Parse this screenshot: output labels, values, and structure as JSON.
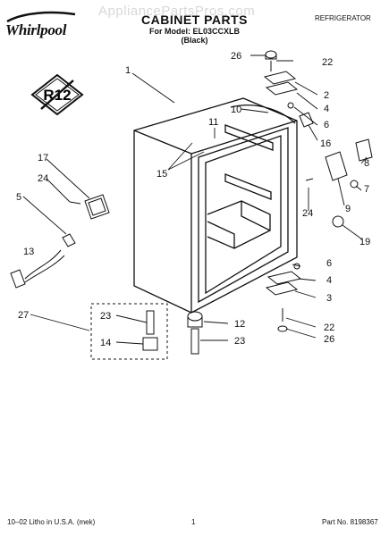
{
  "header": {
    "watermark": "AppliancePartsPros.com",
    "brand": "Whirlpool",
    "title": "CABINET PARTS",
    "model_line": "For Model: EL03CCXLB",
    "color_line": "(Black)",
    "category": "REFRIGERATOR"
  },
  "badge": {
    "text": "R12"
  },
  "callouts": [
    "26",
    "22",
    "2",
    "4",
    "6",
    "16",
    "1",
    "10",
    "11",
    "15",
    "17",
    "24",
    "5",
    "13",
    "27",
    "23",
    "14",
    "12",
    "23",
    "6",
    "4",
    "3",
    "22",
    "26",
    "7",
    "8",
    "9",
    "24",
    "19"
  ],
  "footer": {
    "left": "10–02 Litho in U.S.A. (mek)",
    "center": "1",
    "right": "Part No. 8198367"
  }
}
